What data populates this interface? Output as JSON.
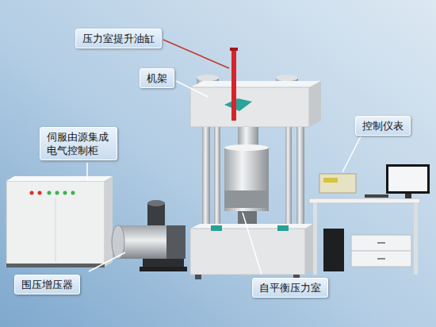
{
  "diagram": {
    "nodes": [
      {
        "text": [
          "压力室提升油缸"
        ]
      },
      {
        "text": [
          "机架"
        ]
      },
      {
        "text": [
          "伺服由源集成 电气控制柜"
        ]
      },
      {
        "text": [
          "控制仪表"
        ]
      },
      {
        "text": [
          "围压增压器"
        ]
      },
      {
        "text": [
          "自平衡压力室"
        ]
      }
    ]
  }
}
